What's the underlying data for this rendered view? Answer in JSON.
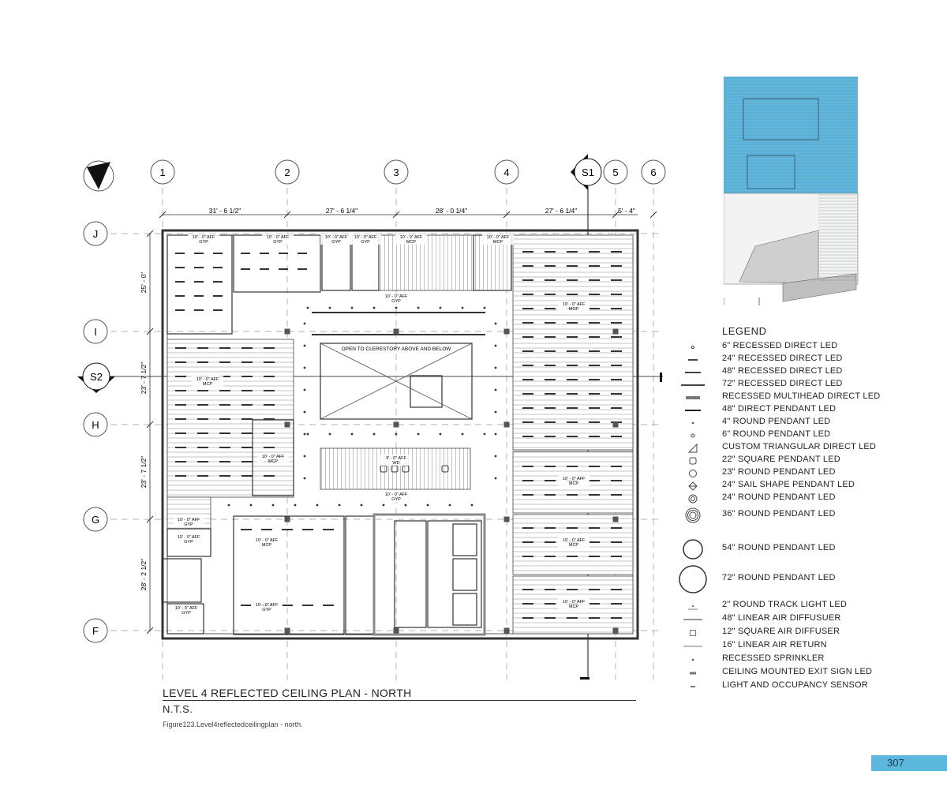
{
  "grid_columns": [
    {
      "label": "1"
    },
    {
      "label": "2"
    },
    {
      "label": "3"
    },
    {
      "label": "4"
    },
    {
      "label": "5"
    },
    {
      "label": "6"
    }
  ],
  "grid_rows": [
    {
      "label": "J"
    },
    {
      "label": "I"
    },
    {
      "label": "H"
    },
    {
      "label": "G"
    },
    {
      "label": "F"
    }
  ],
  "section_markers": {
    "s1": "S1",
    "s2": "S2"
  },
  "horizontal_dimensions": [
    "31' - 6 1/2\"",
    "27' - 6 1/4\"",
    "28' - 0 1/4\"",
    "27' - 6 1/4\"",
    "5' - 4\""
  ],
  "vertical_dimensions": [
    "25' - 0\"",
    "23' - 7 1/2\"",
    "23' - 7 1/2\"",
    "28' - 2 1/2\""
  ],
  "room_tags": [
    {
      "ht": "10' - 0\" AFF",
      "mat": "GYP"
    },
    {
      "ht": "10' - 0\" AFF",
      "mat": "GYP"
    },
    {
      "ht": "10' - 0\" AFF",
      "mat": "GYP"
    },
    {
      "ht": "10' - 0\" AFF",
      "mat": "GYP"
    },
    {
      "ht": "10' - 0\" AFF",
      "mat": "MCP"
    },
    {
      "ht": "10' - 0\" AFF",
      "mat": "MCP"
    },
    {
      "ht": "10' - 0\" AFF",
      "mat": "GYP"
    },
    {
      "ht": "10' - 0\" AFF",
      "mat": "MCP"
    },
    {
      "ht": "10' - 0\" AFF",
      "mat": "MCP"
    },
    {
      "ht": "10' - 0\" AFF",
      "mat": "MCP"
    },
    {
      "ht": "9' - 0\" AFF",
      "mat": "WD"
    },
    {
      "ht": "10' - 0\" AFF",
      "mat": "GYP"
    },
    {
      "ht": "10' - 0\" AFF",
      "mat": "MCP"
    },
    {
      "ht": "10' - 0\" AFF",
      "mat": "MCP"
    },
    {
      "ht": "10' - 0\" AFF",
      "mat": "GYP"
    },
    {
      "ht": "10' - 0\" AFF",
      "mat": "GYP"
    },
    {
      "ht": "10' - 0\" AFF",
      "mat": "MCP"
    },
    {
      "ht": "10' - 0\" AFF",
      "mat": "GYP"
    },
    {
      "ht": "10' - 0\" AFF",
      "mat": "GYP"
    },
    {
      "ht": "10' - 0\" AFF",
      "mat": "MCP"
    }
  ],
  "clerestory_note": "OPEN TO CLERESTORY ABOVE AND BELOW",
  "legend": {
    "title": "LEGEND",
    "items": [
      {
        "label": "6\" RECESSED DIRECT LED",
        "icon": "small-dot-icon"
      },
      {
        "label": "24\" RECESSED DIRECT LED",
        "icon": "short-bar-icon"
      },
      {
        "label": "48\" RECESSED DIRECT LED",
        "icon": "medium-bar-icon"
      },
      {
        "label": "72\" RECESSED DIRECT LED",
        "icon": "long-bar-icon"
      },
      {
        "label": "RECESSED MULTIHEAD DIRECT LED",
        "icon": "multihead-icon"
      },
      {
        "label": "48\" DIRECT PENDANT LED",
        "icon": "pendant-bar-icon"
      },
      {
        "label": "4\" ROUND PENDANT LED",
        "icon": "tiny-dot-icon"
      },
      {
        "label": "6\" ROUND PENDANT LED",
        "icon": "small-circle-icon"
      },
      {
        "label": "CUSTOM TRIANGULAR DIRECT LED",
        "icon": "triangle-icon"
      },
      {
        "label": "22\" SQUARE PENDANT LED",
        "icon": "rounded-square-icon"
      },
      {
        "label": "23\" ROUND PENDANT LED",
        "icon": "circle-icon"
      },
      {
        "label": "24\" SAIL SHAPE PENDANT LED",
        "icon": "sail-icon"
      },
      {
        "label": "24\" ROUND PENDANT LED",
        "icon": "double-circle-icon"
      },
      {
        "label": "36\" ROUND PENDANT LED",
        "icon": "triple-circle-icon"
      },
      {
        "label": "54\" ROUND PENDANT LED",
        "icon": "large-circle-icon"
      },
      {
        "label": "72\" ROUND PENDANT LED",
        "icon": "xlarge-circle-icon"
      },
      {
        "label": "2\" ROUND TRACK LIGHT LED",
        "icon": "track-light-icon"
      },
      {
        "label": "48\" LINEAR AIR DIFFUSUER",
        "icon": "linear-diffuser-icon"
      },
      {
        "label": "12\" SQUARE AIR DIFFUSER",
        "icon": "square-diffuser-icon"
      },
      {
        "label": "16\" LINEAR AIR RETURN",
        "icon": "linear-return-icon"
      },
      {
        "label": "RECESSED SPRINKLER",
        "icon": "sprinkler-icon"
      },
      {
        "label": "CEILING MOUNTED EXIT SIGN LED",
        "icon": "exit-sign-icon"
      },
      {
        "label": "LIGHT AND OCCUPANCY SENSOR",
        "icon": "sensor-icon"
      }
    ]
  },
  "plan_title": "LEVEL 4 REFLECTED CEILING PLAN - NORTH",
  "plan_scale": "N.T.S.",
  "caption": "Figure123.Level4reflectedceilingplan - north.",
  "page_number": "307",
  "colors": {
    "key_plan_highlight": "#5fb7e0",
    "page_tab": "#5bb8dc",
    "line": "#333333",
    "ceiling_hatch": "#9a9a9a"
  }
}
